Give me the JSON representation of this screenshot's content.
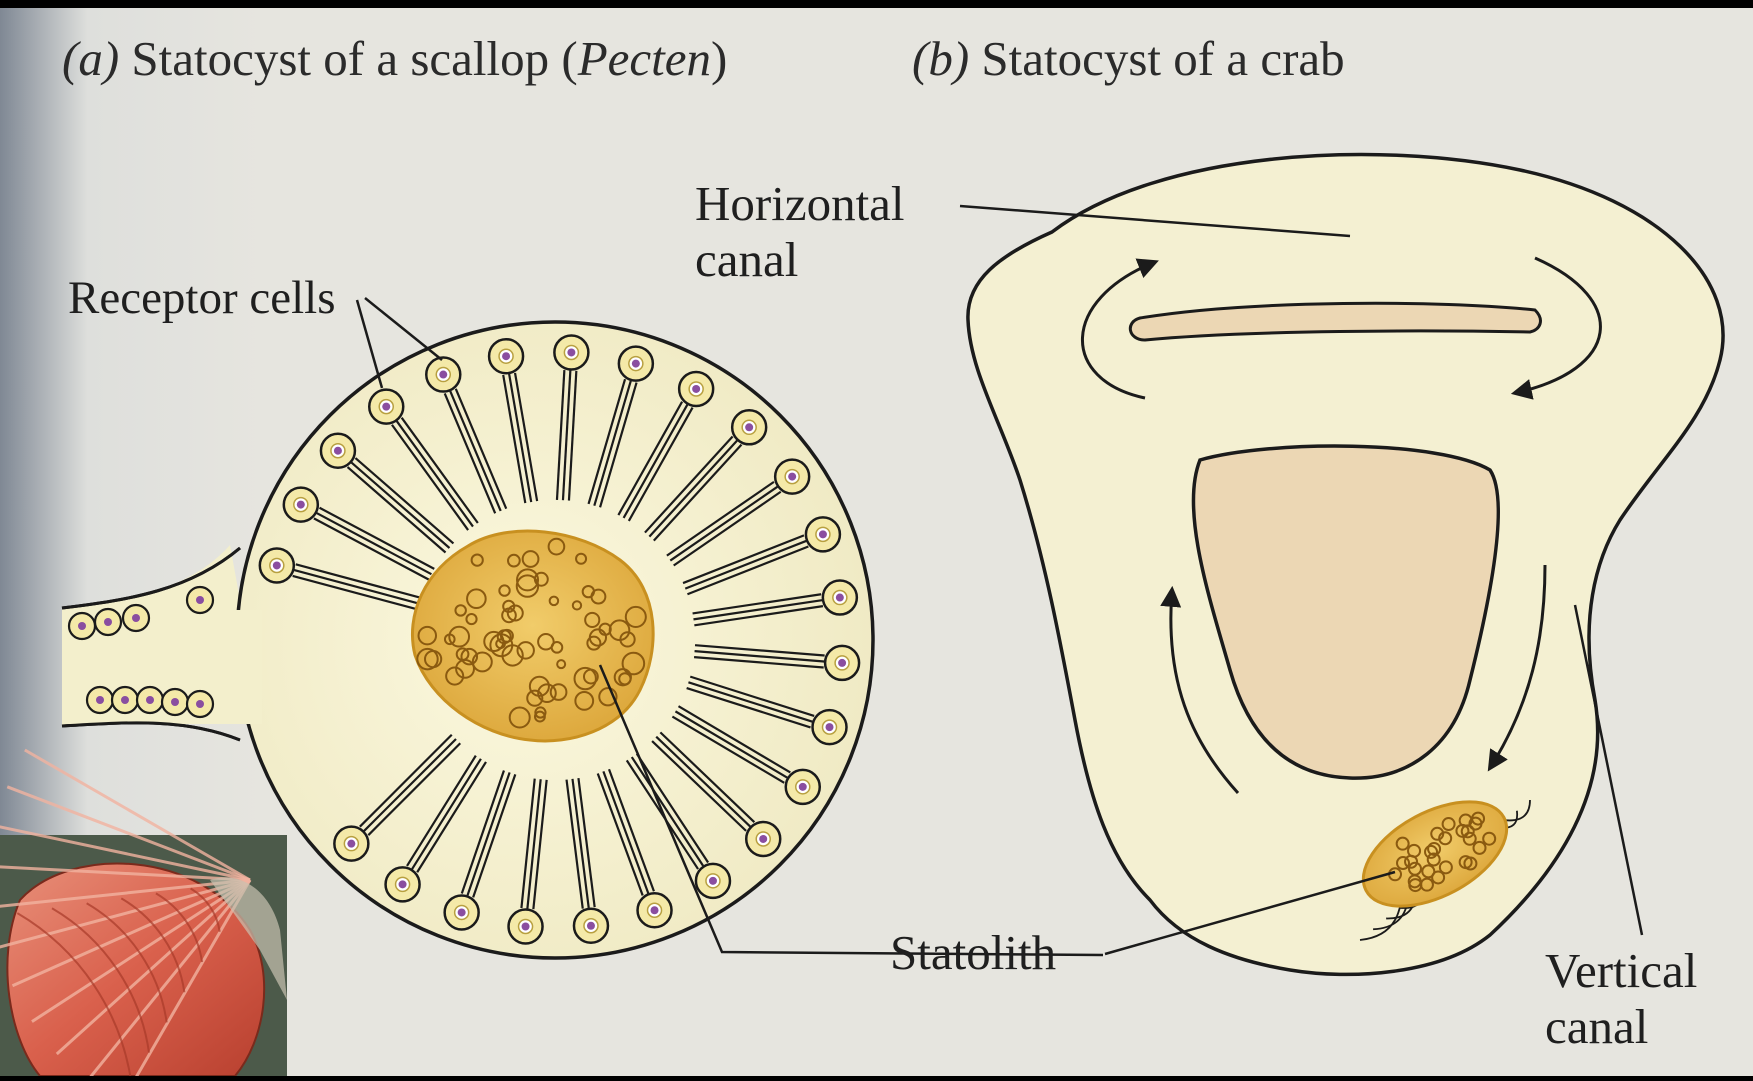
{
  "panel_a": {
    "letter": "(a)",
    "title": "Statocyst of a scallop (",
    "title_italic": "Pecten",
    "title_end": ")"
  },
  "panel_b": {
    "letter": "(b)",
    "title": "Statocyst of a crab"
  },
  "labels": {
    "receptor_cells": "Receptor cells",
    "horizontal_canal_line1": "Horizontal",
    "horizontal_canal_line2": "canal",
    "statolith": "Statolith",
    "vertical_canal_line1": "Vertical",
    "vertical_canal_line2": "canal"
  },
  "colors": {
    "background": "#e6e5df",
    "cyst_fill": "#f3efcc",
    "statolith_fill": "#e8b748",
    "receptor_fill": "#f4e9a8",
    "nucleus": "#8a4ea0",
    "inner_chamber": "#ecd7b4",
    "line": "#1b1b1b"
  }
}
